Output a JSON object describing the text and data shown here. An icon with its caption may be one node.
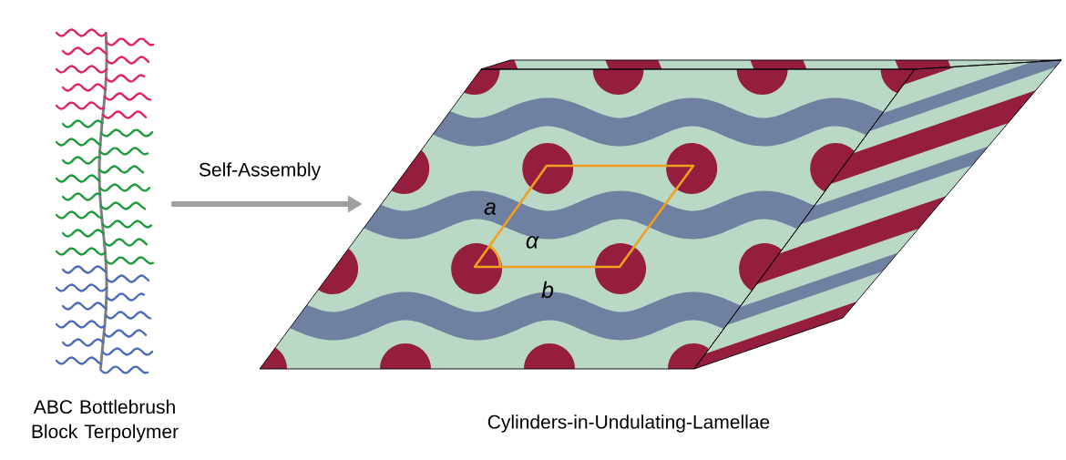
{
  "diagram": {
    "nodes": [
      {
        "text": [],
        "shape": "picture",
        "beside": [
          "ABC Bottlebrush Block Terpolymer"
        ]
      },
      {
        "text": [],
        "shape": "picture",
        "beside": [
          "Cylinders-in-Undulating-Lamellae"
        ]
      }
    ],
    "edges": [
      {
        "from": 0,
        "to": 1,
        "arrow": "to",
        "label": "Self-Assembly"
      }
    ],
    "labels": [
      "a",
      "α",
      "b"
    ]
  }
}
